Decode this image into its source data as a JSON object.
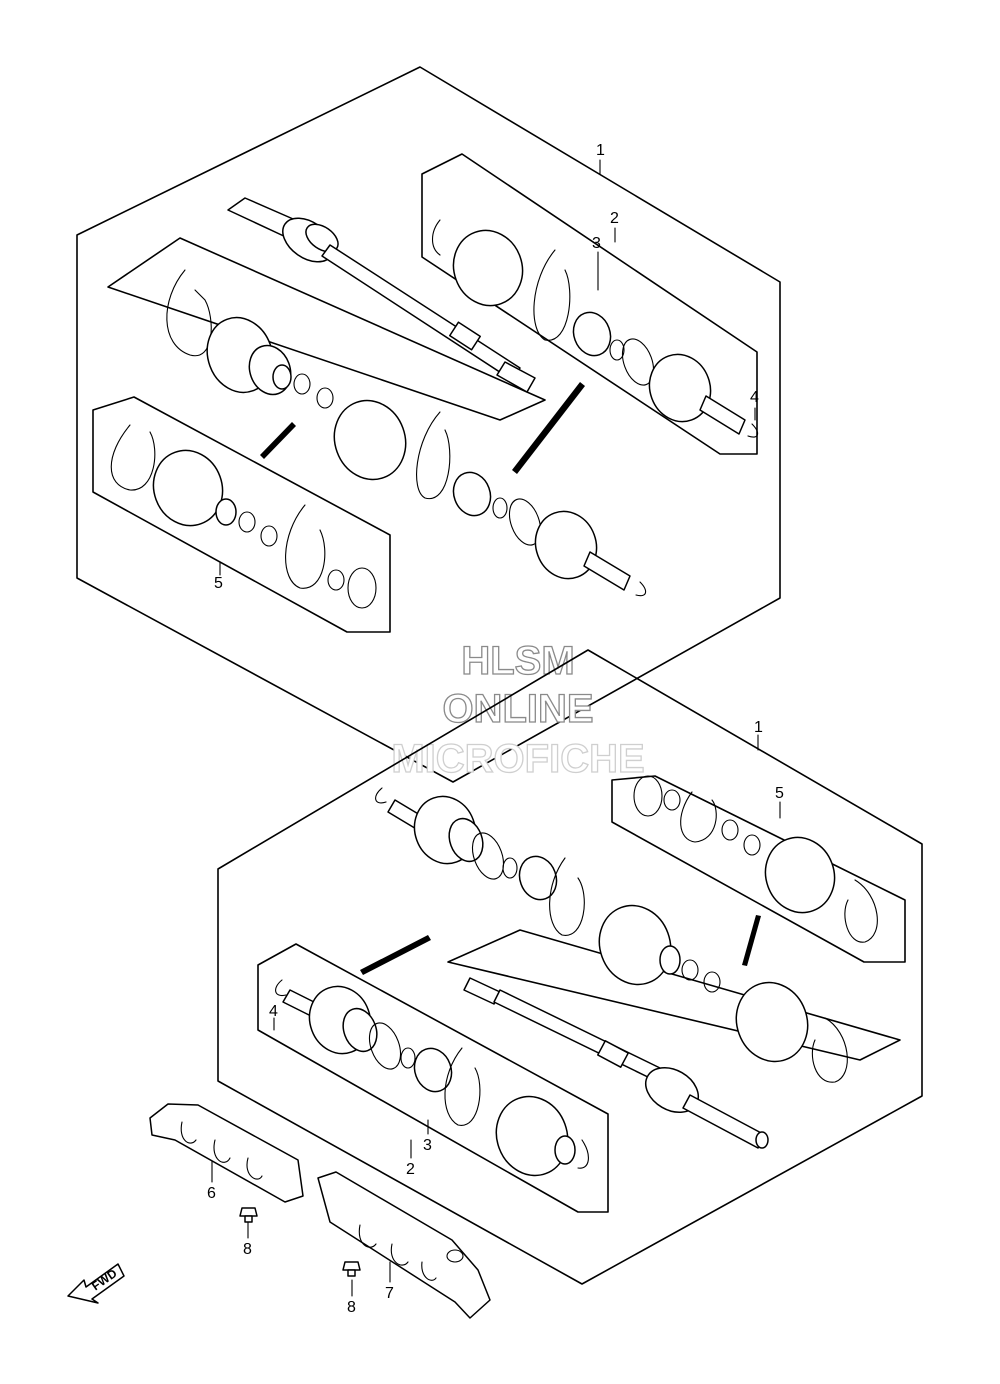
{
  "watermark": {
    "line1": "HLSM",
    "line2": "ONLINE",
    "line3": "MICROFICHE"
  },
  "direction_indicator": "FWD",
  "callouts": {
    "top": {
      "assembly": "1",
      "outer_joint": "2",
      "inner_race": "3",
      "circlip": "4",
      "boot_kit": "5"
    },
    "bottom": {
      "assembly": "1",
      "boot_kit": "5",
      "circlip": "4",
      "inner_race": "3",
      "outer_joint": "2",
      "cover_left": "6",
      "cover_right": "7",
      "bolt_left": "8",
      "bolt_right": "8"
    }
  }
}
